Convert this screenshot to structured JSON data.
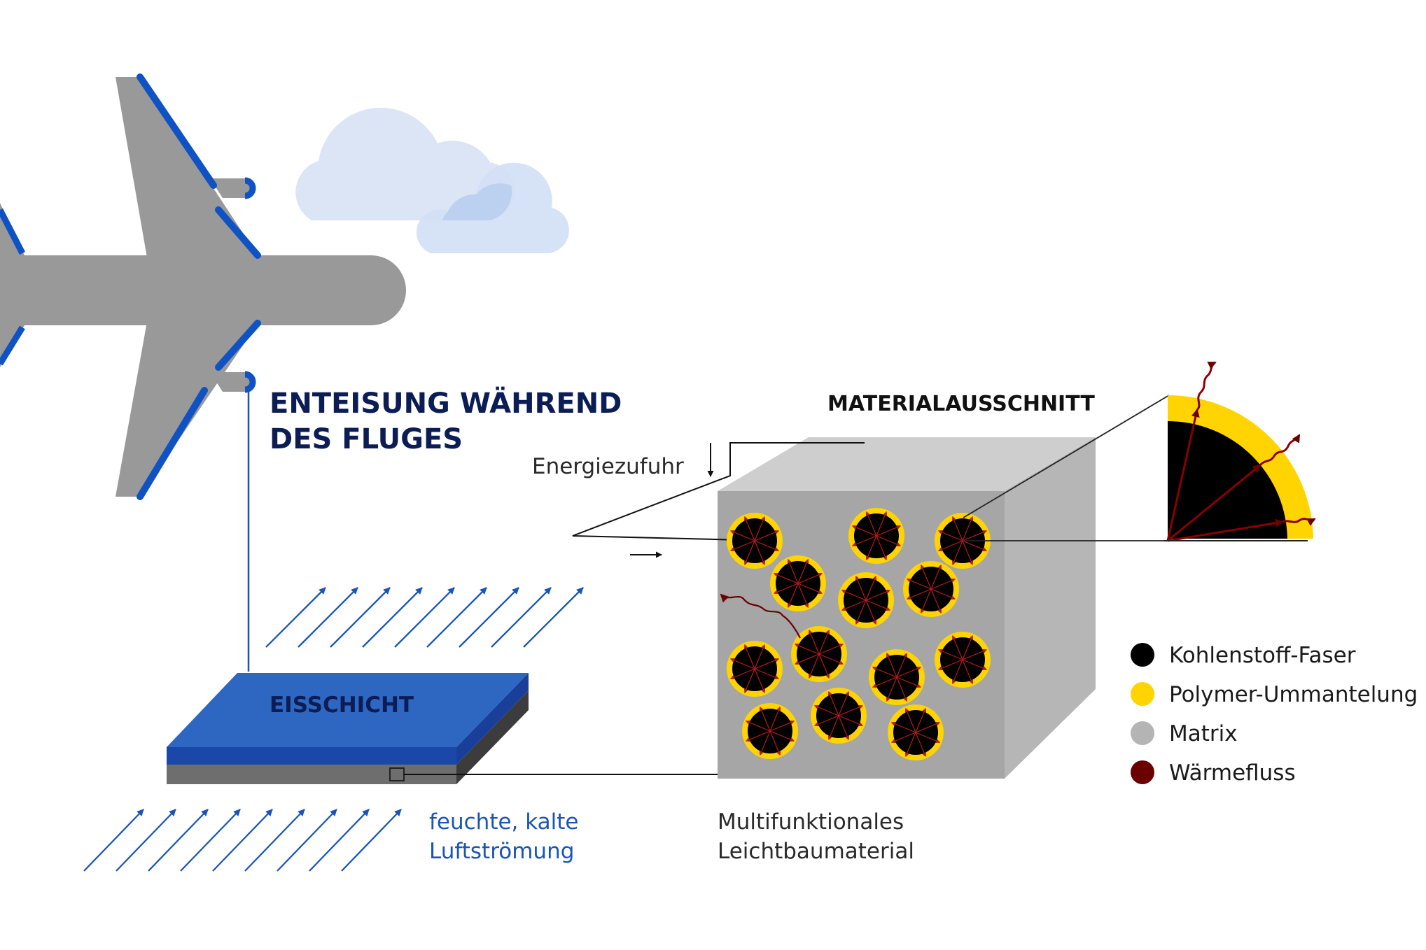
{
  "title": {
    "line1": "ENTEISUNG WÄHREND",
    "line2": "DES FLUGES"
  },
  "material_section_title": "MATERIALAUSSCHNITT",
  "energy_label": "Energiezufuhr",
  "ice_layer_label": "EISSCHICHT",
  "airflow_label": {
    "line1": "feuchte, kalte",
    "line2": "Luftströmung"
  },
  "material_label": {
    "line1": "Multifunktionales",
    "line2": "Leichtbaumaterial"
  },
  "legend": [
    {
      "label": "Kohlenstoff-Faser",
      "color": "#000000"
    },
    {
      "label": "Polymer-Ummantelung",
      "color": "#ffd400"
    },
    {
      "label": "Matrix",
      "color": "#b4b4b4"
    },
    {
      "label": "Wärmefluss",
      "color": "#6b0000"
    }
  ],
  "colors": {
    "plane": "#999999",
    "plane_accent": "#0f52c4",
    "cloud": "#dbe5f5",
    "ice": "#2e67c2",
    "ice_dark": "#1948a8",
    "text_title": "#0b1d54",
    "airflow_text": "#1a55b5",
    "arrow": "#1a55b5",
    "heat_flow": "#6b0000",
    "fiber": "#000000",
    "coating": "#ffd400",
    "matrix": "#a6a6a6"
  },
  "icons": [
    "airplane-icon",
    "cloud-icon",
    "arrow-icon"
  ]
}
